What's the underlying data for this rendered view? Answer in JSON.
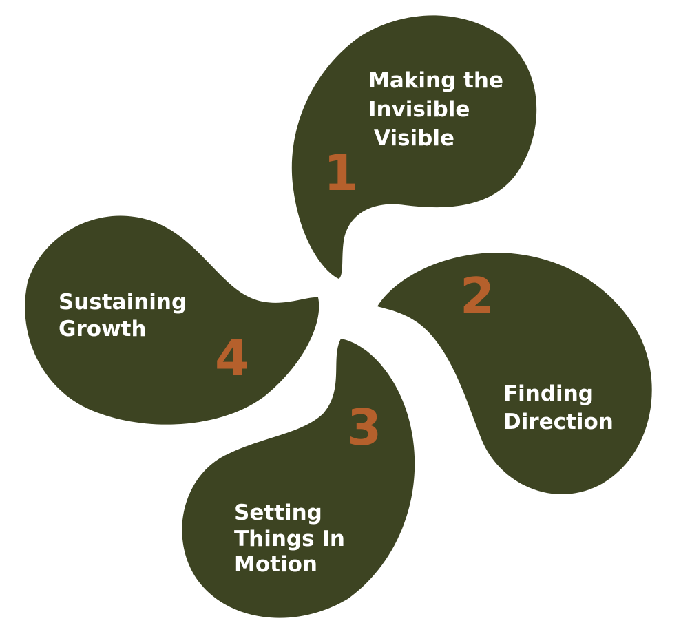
{
  "colors": {
    "petal": "#3d4422",
    "number": "#b5602c",
    "label": "#ffffff",
    "background": "#ffffff"
  },
  "steps": [
    {
      "number": "1",
      "lines": [
        "Making the",
        "Invisible",
        "Visible"
      ]
    },
    {
      "number": "2",
      "lines": [
        "Finding",
        "Direction"
      ]
    },
    {
      "number": "3",
      "lines": [
        "Setting",
        "Things In",
        "Motion"
      ]
    },
    {
      "number": "4",
      "lines": [
        "Sustaining",
        "Growth"
      ]
    }
  ]
}
